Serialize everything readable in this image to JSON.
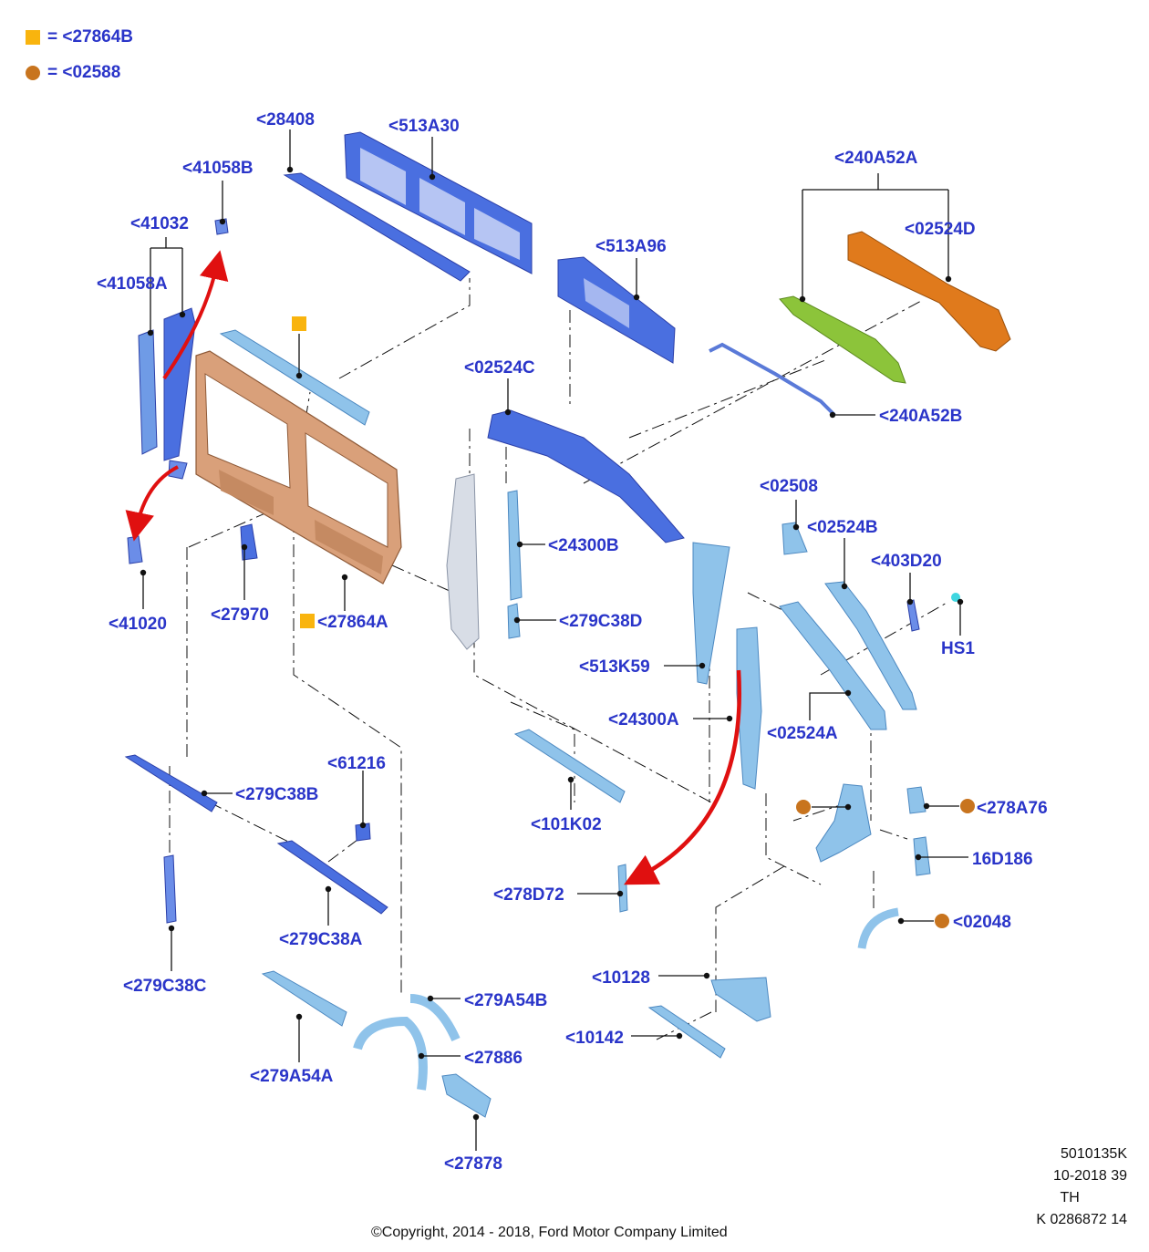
{
  "legend": {
    "square_label": "= <27864B",
    "dot_label": "= <02588",
    "square_color": "#f9b40e",
    "dot_color": "#c8741e"
  },
  "labels": {
    "p28408": "<28408",
    "p513A30": "<513A30",
    "p41058B": "<41058B",
    "p41032": "<41032",
    "p41058A": "<41058A",
    "p240A52A": "<240A52A",
    "p02524D": "<02524D",
    "p513A96": "<513A96",
    "p240A52B": "<240A52B",
    "p02524C": "<02524C",
    "p02508": "<02508",
    "p02524B": "<02524B",
    "p403D20": "<403D20",
    "pHS1": "HS1",
    "p24300B": "<24300B",
    "p279C38D": "<279C38D",
    "p513K59": "<513K59",
    "p24300A": "<24300A",
    "p02524A": "<02524A",
    "p41020": "<41020",
    "p27970": "<27970",
    "p27864A": "<27864A",
    "p279C38B": "<279C38B",
    "p61216": "<61216",
    "p101K02": "<101K02",
    "p278A76": "<278A76",
    "p16D186": "16D186",
    "p278D72": "<278D72",
    "p02048": "<02048",
    "p279C38A": "<279C38A",
    "p279C38C": "<279C38C",
    "p10128": "<10128",
    "p10142": "<10142",
    "p279A54B": "<279A54B",
    "p27886": "<27886",
    "p279A54A": "<279A54A",
    "p27878": "<27878"
  },
  "footer": {
    "code1": "5010135K",
    "code2": "10-2018 39",
    "code3": "TH",
    "code4": "K 0286872 14",
    "copyright": "©Copyright, 2014 - 2018, Ford Motor Company Limited"
  },
  "colors": {
    "label": "#2a35c9",
    "part_blue": "#4a6fe0",
    "part_light": "#8fc3ea",
    "part_copper": "#d9a07a",
    "part_orange": "#e07a1c",
    "part_green": "#8cc43a",
    "arrow_red": "#e01010",
    "leader": "#111111"
  }
}
